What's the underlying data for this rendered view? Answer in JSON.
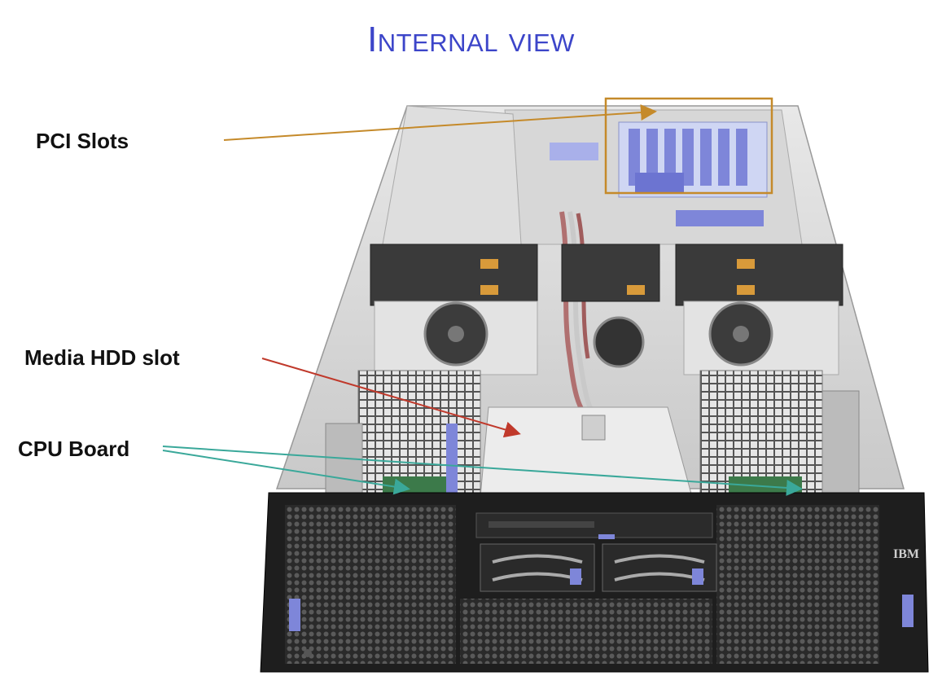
{
  "slide": {
    "title": "Internal view"
  },
  "callouts": {
    "pci": "PCI Slots",
    "media": "Media HDD slot",
    "cpu": "CPU Board"
  },
  "bezel": {
    "logo": "IBM"
  },
  "colors": {
    "title": "#3c45c9",
    "pci_arrow": "#c58a2a",
    "media_arrow": "#c0392b",
    "cpu_arrow": "#3aa89a"
  }
}
